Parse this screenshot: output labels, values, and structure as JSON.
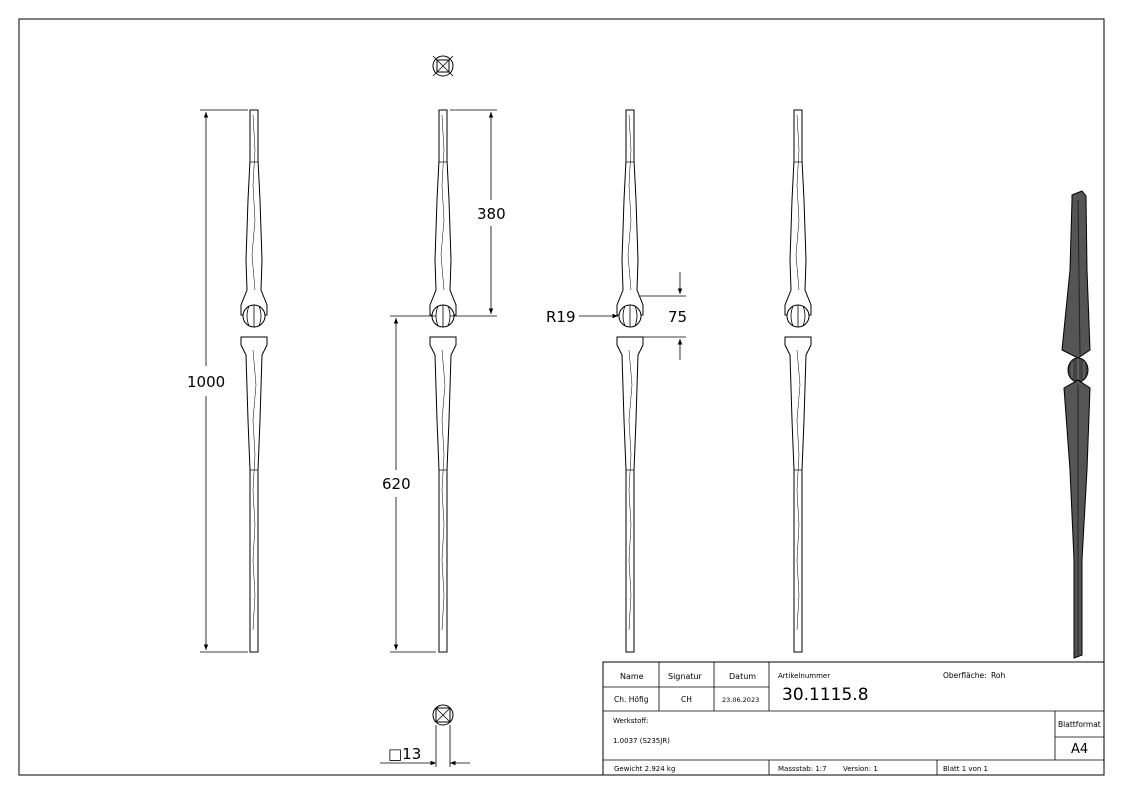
{
  "dimensions": {
    "total_height": "1000",
    "upper_length": "380",
    "lower_length": "620",
    "ball_radius": "R19",
    "ball_zone": "75",
    "bar_section": "□13"
  },
  "title_block": {
    "headers": {
      "name": "Name",
      "signatur": "Signatur",
      "datum": "Datum"
    },
    "values": {
      "name": "Ch. Höfig",
      "signatur": "CH",
      "datum": "23.06.2023"
    },
    "artikelnummer_label": "Artikelnummer",
    "artikelnummer": "30.1115.8",
    "oberflaeche_label": "Oberfläche:",
    "oberflaeche": "Roh",
    "werkstoff_label": "Werkstoff:",
    "werkstoff": "1.0037 (S235JR)",
    "blattformat_label": "Blattformat",
    "blattformat": "A4",
    "gewicht": "Gewicht 2.924 kg",
    "massstab": "Massstab: 1:7",
    "version": "Version: 1",
    "blatt": "Blatt 1 von 1"
  }
}
